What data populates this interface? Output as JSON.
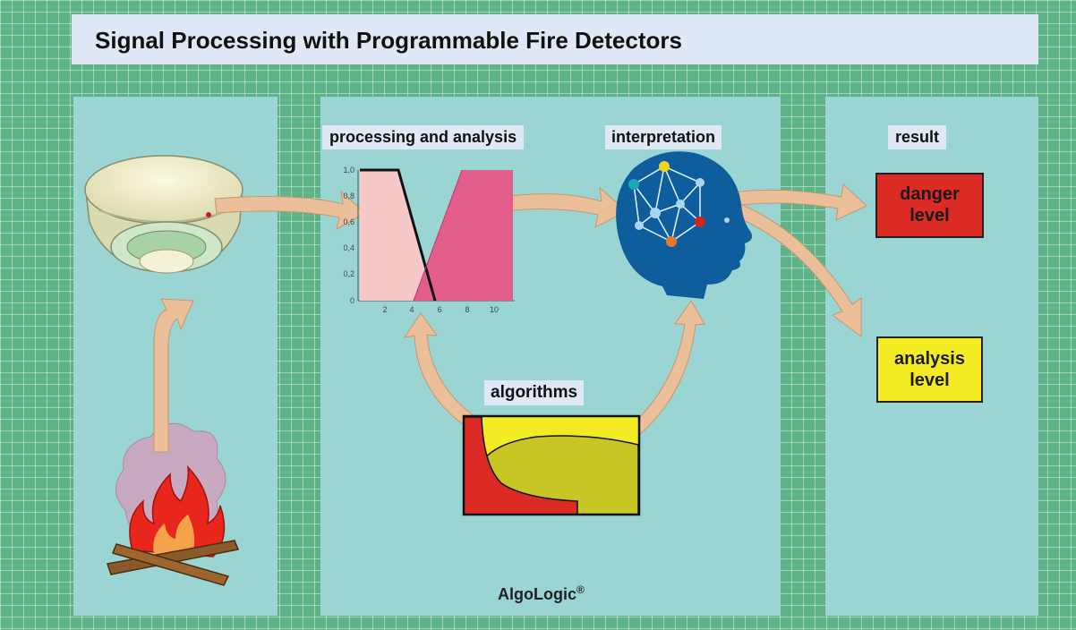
{
  "title": "Signal Processing with Programmable Fire Detectors",
  "labels": {
    "processing": "processing and analysis",
    "interpretation": "interpretation",
    "result": "result",
    "algorithms": "algorithms"
  },
  "results": {
    "danger": [
      "danger",
      "level"
    ],
    "analysis": [
      "analysis",
      "level"
    ]
  },
  "brand": {
    "name": "AlgoLogic",
    "mark": "®"
  },
  "chart": {
    "y_ticks": [
      "1,0",
      "0,8",
      "0,6",
      "0,4",
      "0,2",
      "0"
    ],
    "x_ticks": [
      "2",
      "4",
      "6",
      "8",
      "10"
    ]
  },
  "colors": {
    "background": "#5fb388",
    "panel": "#9ad5d3",
    "label_bg": "#dfe9f5",
    "arrow": "#ebbf9a",
    "danger": "#dc2a25",
    "analysis": "#f4ec23",
    "head": "#0e5d9c"
  }
}
